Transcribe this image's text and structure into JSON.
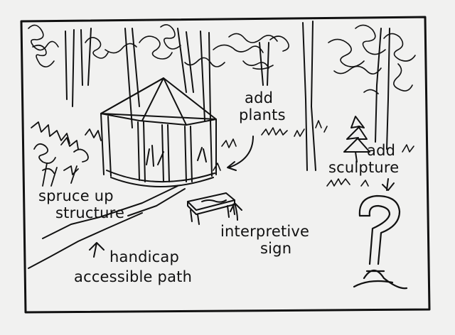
{
  "annotations": {
    "add_plants_1": "add",
    "add_plants_2": "plants",
    "add_sculpture_1": "add",
    "add_sculpture_2": "sculpture",
    "spruce_up_1": "spruce up",
    "spruce_up_2": "structure",
    "interpretive_1": "interpretive",
    "interpretive_2": "sign",
    "handicap_1": "handicap",
    "handicap_2": "accessible path"
  },
  "colors": {
    "ink": "#111111",
    "paper": "#f1f1f0"
  }
}
